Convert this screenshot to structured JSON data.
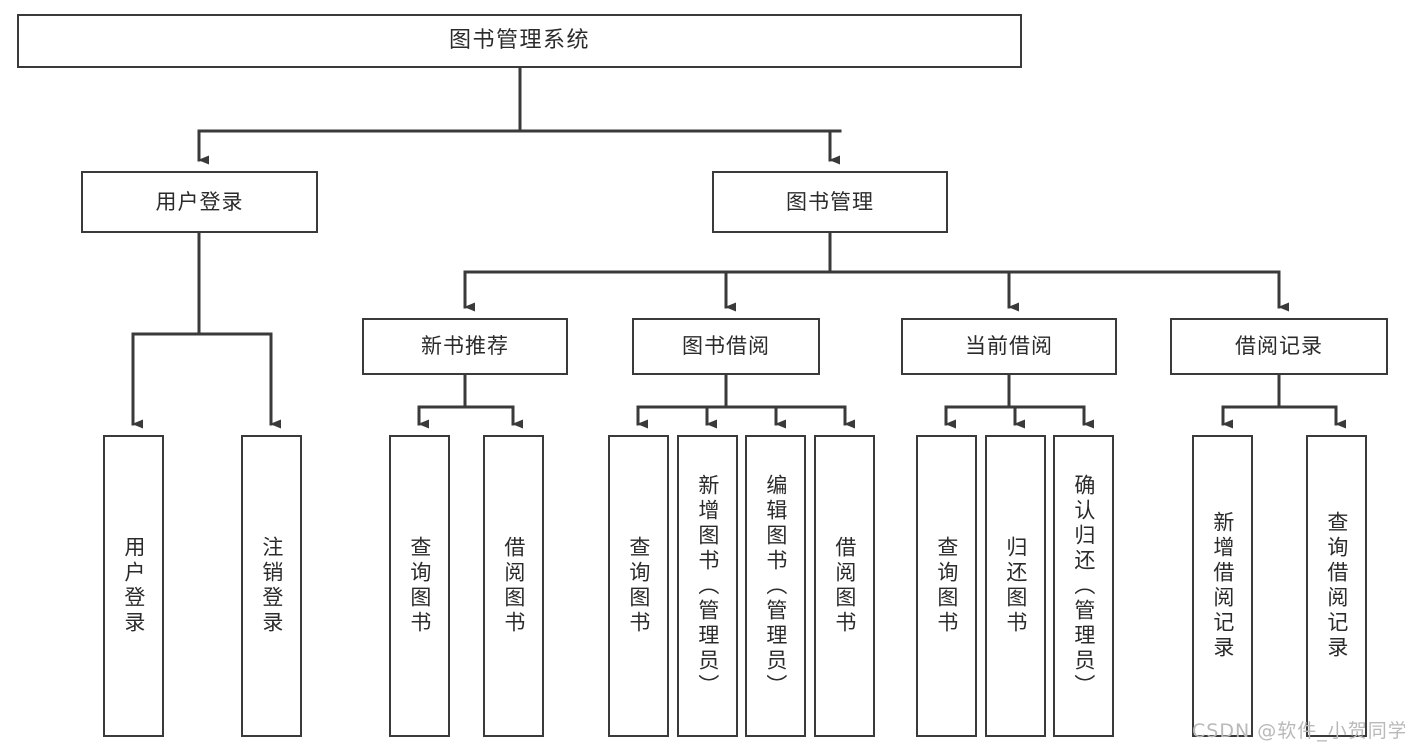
{
  "diagram": {
    "title": "图书管理系统",
    "type": "tree-hierarchy-diagram",
    "stroke_color": "#3a3a3a",
    "text_color": "#2b2b2b",
    "background": "#ffffff"
  },
  "nodes": {
    "root": {
      "label": "图书管理系统"
    },
    "level2": [
      {
        "id": "user-login",
        "label": "用户登录"
      },
      {
        "id": "book-management",
        "label": "图书管理"
      }
    ],
    "level3": [
      {
        "id": "new-book-recommend",
        "label": "新书推荐"
      },
      {
        "id": "book-borrow",
        "label": "图书借阅"
      },
      {
        "id": "current-borrow",
        "label": "当前借阅"
      },
      {
        "id": "borrow-record",
        "label": "借阅记录"
      }
    ],
    "leaves": {
      "user_login": [
        {
          "id": "leaf-user-login",
          "label": "用户登录"
        },
        {
          "id": "leaf-logout",
          "label": "注销登录"
        }
      ],
      "new_book_recommend": [
        {
          "id": "leaf-query-book-1",
          "label": "查询图书"
        },
        {
          "id": "leaf-borrow-book-1",
          "label": "借阅图书"
        }
      ],
      "book_borrow": [
        {
          "id": "leaf-query-book-2",
          "label": "查询图书"
        },
        {
          "id": "leaf-add-book",
          "label": "新增图书（管理员）"
        },
        {
          "id": "leaf-edit-book",
          "label": "编辑图书（管理员）"
        },
        {
          "id": "leaf-borrow-book-2",
          "label": "借阅图书"
        }
      ],
      "current_borrow": [
        {
          "id": "leaf-query-book-3",
          "label": "查询图书"
        },
        {
          "id": "leaf-return-book",
          "label": "归还图书"
        },
        {
          "id": "leaf-confirm-return",
          "label": "确认归还（管理员）"
        }
      ],
      "borrow_record": [
        {
          "id": "leaf-add-record",
          "label": "新增借阅记录"
        },
        {
          "id": "leaf-query-record",
          "label": "查询借阅记录"
        }
      ]
    }
  },
  "watermark": {
    "text": "CSDN @软件_小贺同学"
  }
}
